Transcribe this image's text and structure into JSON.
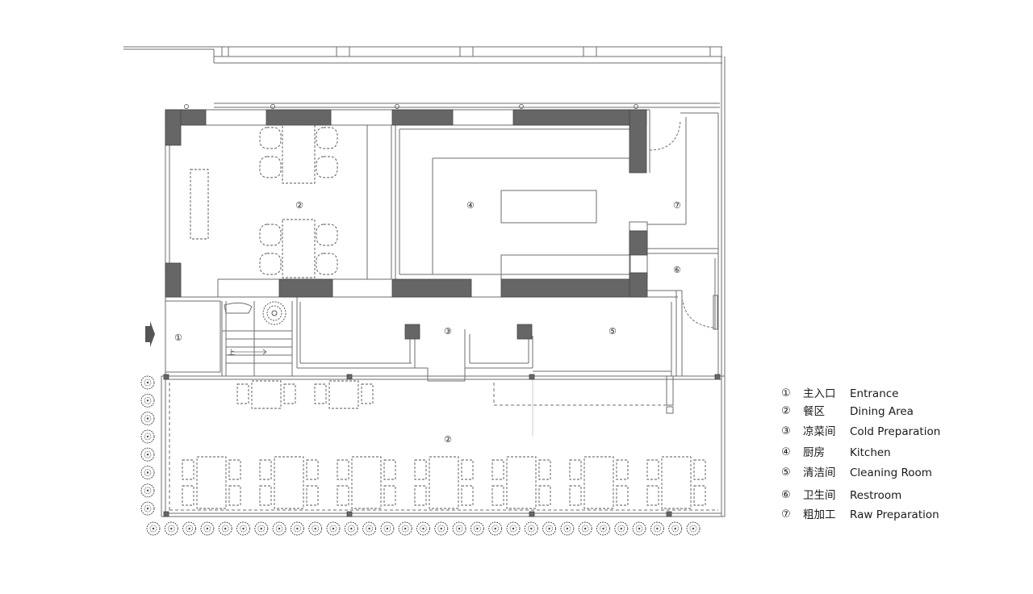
{
  "colors": {
    "wall_fill": "#666666",
    "line": "#6e6e6e",
    "furniture": "#555555",
    "background": "#ffffff"
  },
  "plan": {
    "room_labels": [
      "①",
      "②",
      "②",
      "③",
      "④",
      "⑤",
      "⑥",
      "⑦"
    ],
    "entrance_marker_icon": "arrow-right-icon",
    "stair_label": "上",
    "planting_icon": "shrub-icon"
  },
  "legend": [
    {
      "num": "①",
      "cn": "主入口",
      "en": "Entrance"
    },
    {
      "num": "②",
      "cn": "餐区",
      "en": "Dining Area"
    },
    {
      "num": "③",
      "cn": "凉菜间",
      "en": "Cold Preparation"
    },
    {
      "num": "④",
      "cn": "厨房",
      "en": "Kitchen"
    },
    {
      "num": "⑤",
      "cn": "清洁间",
      "en": "Cleaning Room"
    },
    {
      "num": "⑥",
      "cn": "卫生间",
      "en": "Restroom"
    },
    {
      "num": "⑦",
      "cn": "粗加工",
      "en": "Raw Preparation"
    }
  ]
}
